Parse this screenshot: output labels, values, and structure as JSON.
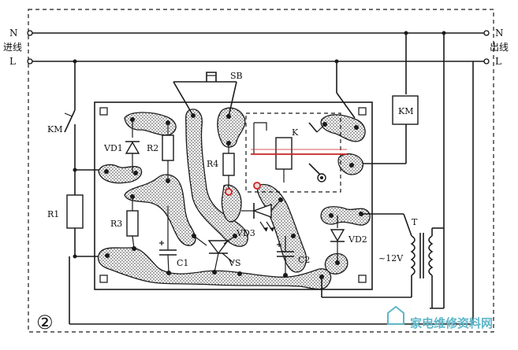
{
  "labels": {
    "n_left": "N",
    "l_left": "L",
    "in_line": "进线",
    "n_right": "N",
    "l_right": "L",
    "out_line": "出线",
    "sb": "SB",
    "km_switch": "KM",
    "km_coil": "KM",
    "k": "K",
    "vd1": "VD1",
    "vd2": "VD2",
    "vd3": "VD3",
    "r1": "R1",
    "r2": "R2",
    "r3": "R3",
    "r4": "R4",
    "c1": "C1",
    "c2": "C2",
    "vs": "VS",
    "transformer": "T",
    "voltage": "~12V",
    "figure_number": "②"
  },
  "watermark": {
    "text": "家电维修资料网",
    "sub": "",
    "color": "#5fb6c8"
  }
}
